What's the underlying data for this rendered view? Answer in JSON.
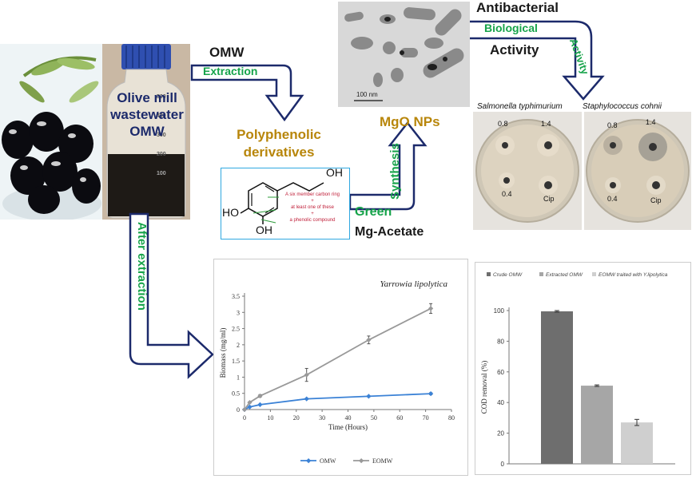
{
  "labels": {
    "olive_title_1": "Olive mill",
    "olive_title_2": "wastewater",
    "olive_title_3": "OMW",
    "omw": "OMW",
    "extraction": "Extraction",
    "poly_1": "Polyphenolic",
    "poly_2": "derivatives",
    "mgo": "MgO NPs",
    "green": "Green",
    "synthesis": "Synthesis",
    "mg_acetate": "Mg-Acetate",
    "antibacterial": "Antibacterial",
    "biological": "Biological",
    "activity_black": "Activity",
    "activity_green": "Activity",
    "after_extraction": "After extraction",
    "tem_scale": "100 nm",
    "salmonella": "Salmonella typhimurium",
    "staph": "Staphylococcus cohnii",
    "plate_a": [
      "0.8",
      "1.4",
      "0.4",
      "Cip"
    ],
    "plate_b": [
      "0.8",
      "1.4",
      "0.4",
      "Cip"
    ],
    "beaker_marks": [
      "500",
      "400",
      "300",
      "200",
      "100"
    ]
  },
  "molecule": {
    "oh_top": "OH",
    "oh_left": "HO",
    "oh_bottom": "OH",
    "note_1": "A six member carbon ring",
    "note_plus1": "+",
    "note_2": "at least one of these",
    "note_plus2": "+",
    "note_3": "a phenolic compound"
  },
  "colors": {
    "navy": "#1c2a6b",
    "green": "#16a34a",
    "gold": "#b8860b",
    "omw_line": "#3b82d6",
    "eomw_line": "#999999"
  },
  "chart_data": [
    {
      "type": "line",
      "title": "Yarrowia lipolytica",
      "xlabel": "Time (Hours)",
      "ylabel": "Biomass (mg/ml)",
      "xlim": [
        0,
        80
      ],
      "ylim": [
        0,
        3.5
      ],
      "xticks": [
        "0",
        "10",
        "20",
        "30",
        "40",
        "50",
        "60",
        "70",
        "80"
      ],
      "yticks": [
        "0",
        "0.5",
        "1",
        "1.5",
        "2",
        "2.5",
        "3",
        "3.5"
      ],
      "legend_position": "bottom",
      "series": [
        {
          "name": "OMW",
          "x": [
            0,
            2,
            6,
            24,
            48,
            72
          ],
          "y": [
            0,
            0.08,
            0.15,
            0.33,
            0.41,
            0.49
          ],
          "err": [
            0,
            0.01,
            0.01,
            0.02,
            0.02,
            0.03
          ]
        },
        {
          "name": "EOMW",
          "x": [
            0,
            2,
            6,
            24,
            48,
            72
          ],
          "y": [
            0,
            0.22,
            0.42,
            1.07,
            2.15,
            3.12
          ],
          "err": [
            0,
            0.02,
            0.04,
            0.2,
            0.12,
            0.15
          ]
        }
      ]
    },
    {
      "type": "bar",
      "title": "",
      "ylabel": "COD removal (%)",
      "ylim": [
        0,
        100
      ],
      "yticks": [
        "0",
        "20",
        "40",
        "60",
        "80",
        "100"
      ],
      "categories": [
        "Crude OMW",
        "Extracted OMW",
        "EOMW traited with Y.lipolytica"
      ],
      "values": [
        99.5,
        51,
        27
      ],
      "err": [
        0.5,
        0.5,
        2
      ],
      "bar_colors": [
        "#6e6e6e",
        "#a6a6a6",
        "#cfcfcf"
      ],
      "legend_position": "top"
    }
  ]
}
